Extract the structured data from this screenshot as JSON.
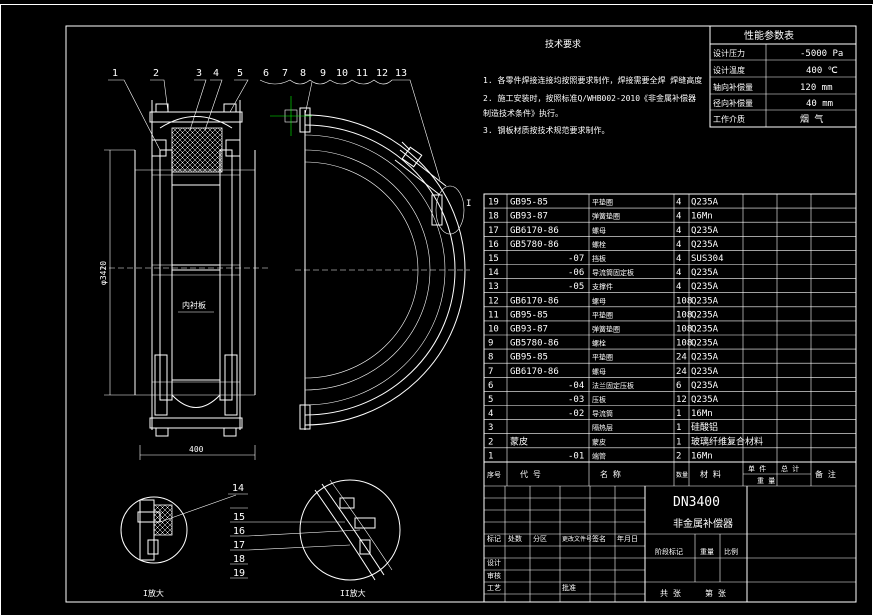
{
  "drawing": {
    "tech_req_title": "技术要求",
    "tech_req": [
      "1. 各零件焊接连接均按照要求制作，焊接需要全焊 焊缝高度",
      "2. 施工安装时，按照标准Q/WHB002-2010《非金属补偿器",
      "   制造技术条件》执行。",
      "3. 钢板材质按技术规范要求制作。"
    ],
    "params": {
      "title": "性能参数表",
      "rows": [
        {
          "k": "设计压力",
          "v": "-5000 Pa"
        },
        {
          "k": "设计温度",
          "v": "400 ℃"
        },
        {
          "k": "轴向补偿量",
          "v": "120  mm"
        },
        {
          "k": "径向补偿量",
          "v": "40  mm"
        },
        {
          "k": "工作介质",
          "v": "烟  气"
        }
      ]
    },
    "balloons": [
      "1",
      "2",
      "3",
      "4",
      "5",
      "6",
      "7",
      "8",
      "9",
      "10",
      "11",
      "12",
      "13"
    ],
    "detail_balloons": [
      "14",
      "15",
      "16",
      "17",
      "18",
      "19"
    ],
    "dim_width": "400",
    "dim_height": "φ3420",
    "inner_label": "内衬板",
    "section_mark": "I",
    "detail_view_a": "I放大",
    "detail_view_b": "II放大",
    "bom_rows": [
      {
        "no": "19",
        "code": "GB95-85",
        "name": "平垫圈",
        "qty": "4",
        "mat": "Q235A"
      },
      {
        "no": "18",
        "code": "GB93-87",
        "name": "弹簧垫圈",
        "qty": "4",
        "mat": "16Mn"
      },
      {
        "no": "17",
        "code": "GB6170-86",
        "name": "螺母",
        "qty": "4",
        "mat": "Q235A"
      },
      {
        "no": "16",
        "code": "GB5780-86",
        "name": "螺栓",
        "qty": "4",
        "mat": "Q235A"
      },
      {
        "no": "15",
        "code": "-07",
        "name": "挡板",
        "qty": "4",
        "mat": "SUS304"
      },
      {
        "no": "14",
        "code": "-06",
        "name": "导流筒固定板",
        "qty": "4",
        "mat": "Q235A"
      },
      {
        "no": "13",
        "code": "-05",
        "name": "支撑件",
        "qty": "4",
        "mat": "Q235A"
      },
      {
        "no": "12",
        "code": "GB6170-86",
        "name": "螺母",
        "qty": "108",
        "mat": "Q235A"
      },
      {
        "no": "11",
        "code": "GB95-85",
        "name": "平垫圈",
        "qty": "108",
        "mat": "Q235A"
      },
      {
        "no": "10",
        "code": "GB93-87",
        "name": "弹簧垫圈",
        "qty": "108",
        "mat": "Q235A"
      },
      {
        "no": "9",
        "code": "GB5780-86",
        "name": "螺栓",
        "qty": "108",
        "mat": "Q235A"
      },
      {
        "no": "8",
        "code": "GB95-85",
        "name": "平垫圈",
        "qty": "24",
        "mat": "Q235A"
      },
      {
        "no": "7",
        "code": "GB6170-86",
        "name": "螺母",
        "qty": "24",
        "mat": "Q235A"
      },
      {
        "no": "6",
        "code": "-04",
        "name": "法兰固定压板",
        "qty": "6",
        "mat": "Q235A"
      },
      {
        "no": "5",
        "code": "-03",
        "name": "压板",
        "qty": "12",
        "mat": "Q235A"
      },
      {
        "no": "4",
        "code": "-02",
        "name": "导流筒",
        "qty": "1",
        "mat": "16Mn"
      },
      {
        "no": "3",
        "code": "",
        "name": "隔热层",
        "qty": "1",
        "mat": "硅酸铝"
      },
      {
        "no": "2",
        "code": "蒙皮",
        "name": "蒙皮",
        "qty": "1",
        "mat": "玻璃纤维复合材料"
      },
      {
        "no": "1",
        "code": "-01",
        "name": "端管",
        "qty": "2",
        "mat": "16Mn"
      }
    ],
    "bom_header": {
      "no": "序号",
      "code": "代  号",
      "name": "名  称",
      "qty": "数量",
      "mat": "材  料",
      "unit": "单 件",
      "total": "总 计",
      "weight": "重  量",
      "note": "备 注"
    },
    "title_block": {
      "drawing_no": "DN3400",
      "drawing_name": "非金属补偿器",
      "labels": [
        "标记",
        "处数",
        "分区",
        "更改文件号",
        "签名",
        "年月日"
      ],
      "stage": "阶段标记",
      "weight": "重量",
      "scale": "比例",
      "design": "设计",
      "review": "审核",
      "process": "工艺",
      "approve": "批准",
      "sheet_total": "共  张",
      "sheet_no": "第  张"
    }
  }
}
